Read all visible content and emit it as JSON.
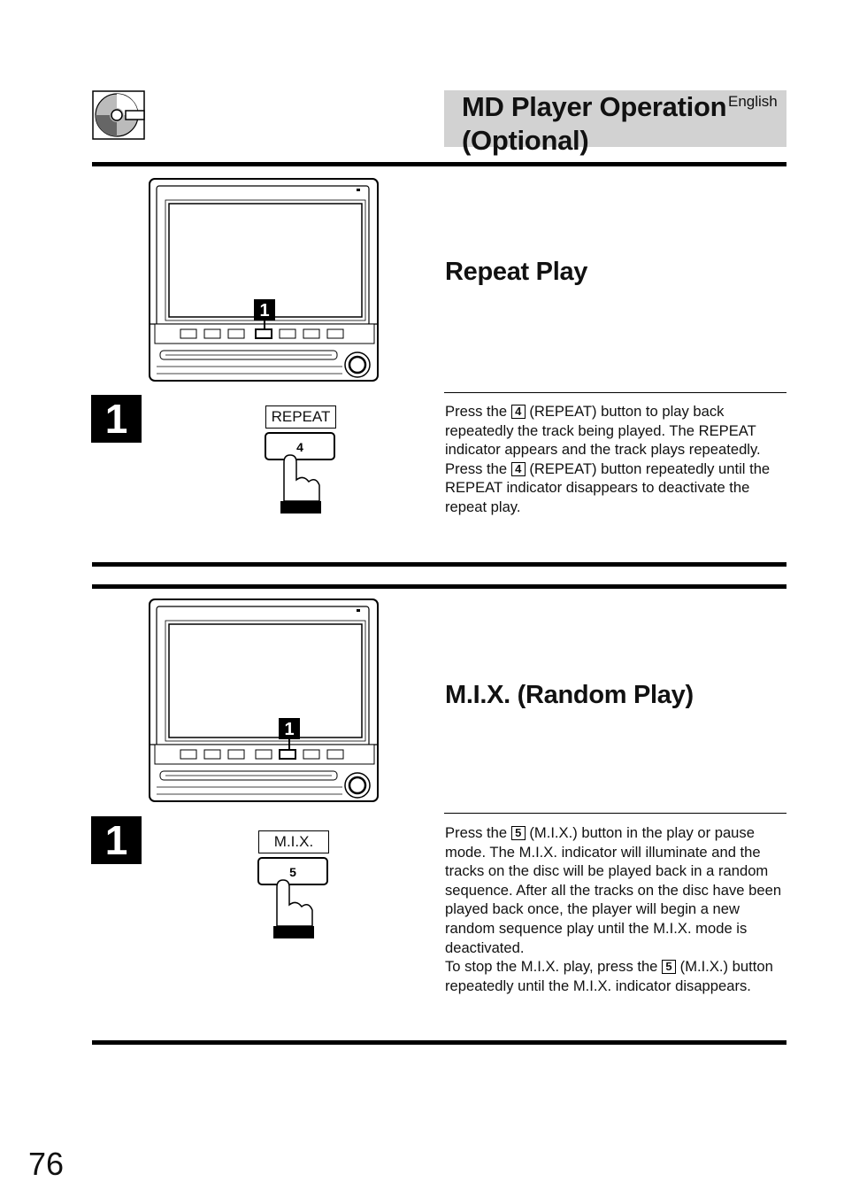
{
  "header": {
    "title": "MD Player Operation (Optional)",
    "language": "English"
  },
  "sections": [
    {
      "title": "Repeat Play",
      "step_number": "1",
      "callout_number": "1",
      "button_label": "REPEAT",
      "button_key": "4",
      "text": {
        "p1_a": "Press the",
        "p1_key": "4",
        "p1_b": "(REPEAT) button to play back repeatedly the track being played. The REPEAT indicator appears and the track plays repeatedly.",
        "p2_a": "Press the",
        "p2_key": "4",
        "p2_b": "(REPEAT) button repeatedly until the REPEAT indicator disappears to deactivate the repeat play."
      }
    },
    {
      "title": "M.I.X. (Random Play)",
      "step_number": "1",
      "callout_number": "1",
      "button_label": "M.I.X.",
      "button_key": "5",
      "text": {
        "p1_a": "Press the",
        "p1_key": "5",
        "p1_b": "(M.I.X.) button in the play or pause mode. The M.I.X. indicator will illuminate and the tracks on the disc will be played back in a random sequence. After all the tracks on the disc have been played back once, the player will begin a new random sequence play until the M.I.X. mode is deactivated.",
        "p2_a": "To stop the M.I.X. play, press the",
        "p2_key": "5",
        "p2_b": "(M.I.X.) button repeatedly until the M.I.X. indicator disappears."
      }
    }
  ],
  "page_number": "76"
}
